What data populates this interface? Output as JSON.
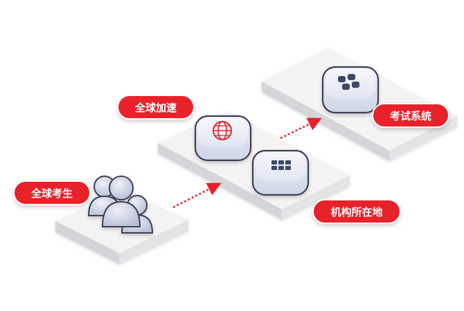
{
  "labels": {
    "global_candidates": "全球考生",
    "global_acceleration": "全球加速",
    "institution_location": "机构所在地",
    "exam_system": "考试系统"
  },
  "icons": {
    "candidates": "users-group-icon",
    "acceleration": "globe-network-icon",
    "institution": "grid-server-icon",
    "exam": "grid-app-icon"
  },
  "colors": {
    "accent_red": "#e8202a",
    "arrow_red": "#e8202a",
    "platform_top": "#f4f4f5",
    "platform_side": "#d9d9dc",
    "node_body": "#dfe3ef",
    "node_outline": "#3a3f52",
    "icon_dark": "#3f4a66",
    "user_fill": "#c9cfe0"
  }
}
